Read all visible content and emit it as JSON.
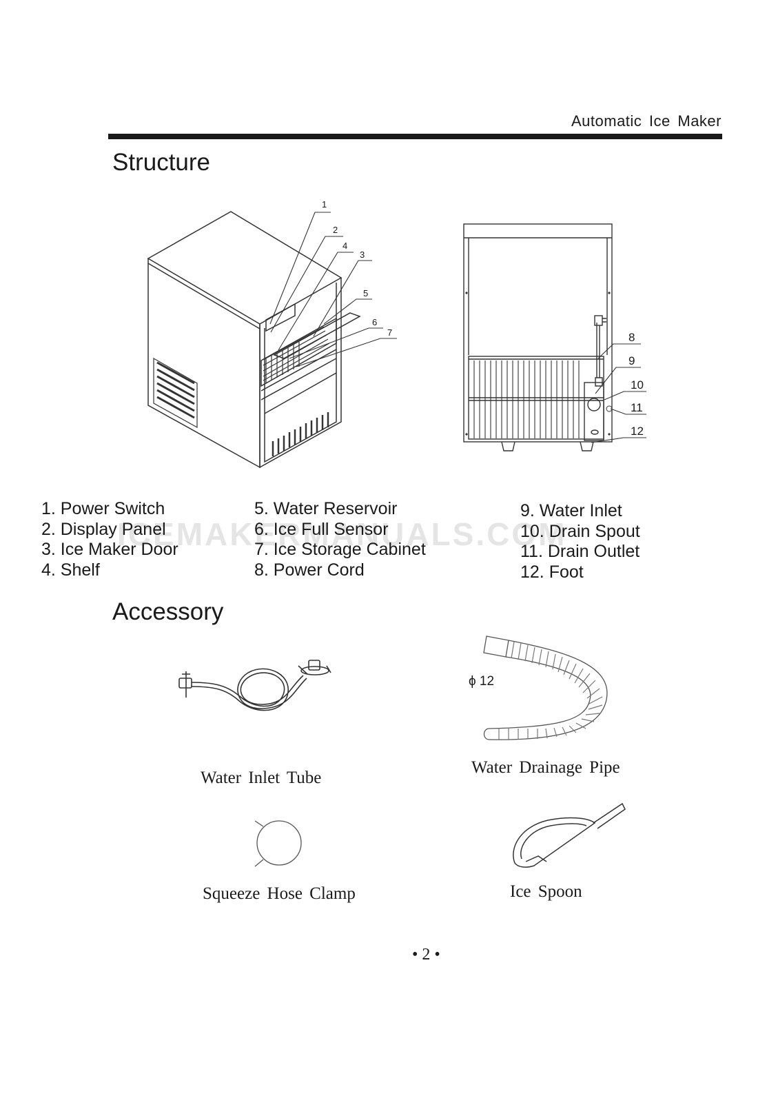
{
  "header": {
    "title": "Automatic  Ice  Maker"
  },
  "structure": {
    "title": "Structure",
    "callouts_front": [
      "1",
      "2",
      "4",
      "3",
      "5",
      "6",
      "7"
    ],
    "callouts_back": [
      "8",
      "9",
      "10",
      "11",
      "12"
    ],
    "parts_col1": [
      "1. Power Switch",
      "2. Display Panel",
      "3. Ice Maker Door",
      "4. Shelf"
    ],
    "parts_col2": [
      "5. Water Reservoir",
      "6. Ice Full Sensor",
      "7. Ice Storage Cabinet",
      "8. Power Cord"
    ],
    "parts_col3": [
      "9. Water Inlet",
      "10. Drain Spout",
      "11. Drain Outlet",
      "12. Foot"
    ]
  },
  "watermark": "ICEMAKERMANUALS.COM",
  "accessory": {
    "title": "Accessory",
    "items": [
      {
        "label": "Water  Inlet  Tube",
        "icon": "water-inlet-tube-icon"
      },
      {
        "label": "Water  Drainage Pipe",
        "icon": "drainage-pipe-icon"
      },
      {
        "label": "Squeeze Hose Clamp",
        "icon": "hose-clamp-icon"
      },
      {
        "label": "Ice  Spoon",
        "icon": "ice-spoon-icon"
      }
    ],
    "pipe_diameter": "ϕ 12"
  },
  "footer": {
    "page_number": "• 2 •"
  }
}
